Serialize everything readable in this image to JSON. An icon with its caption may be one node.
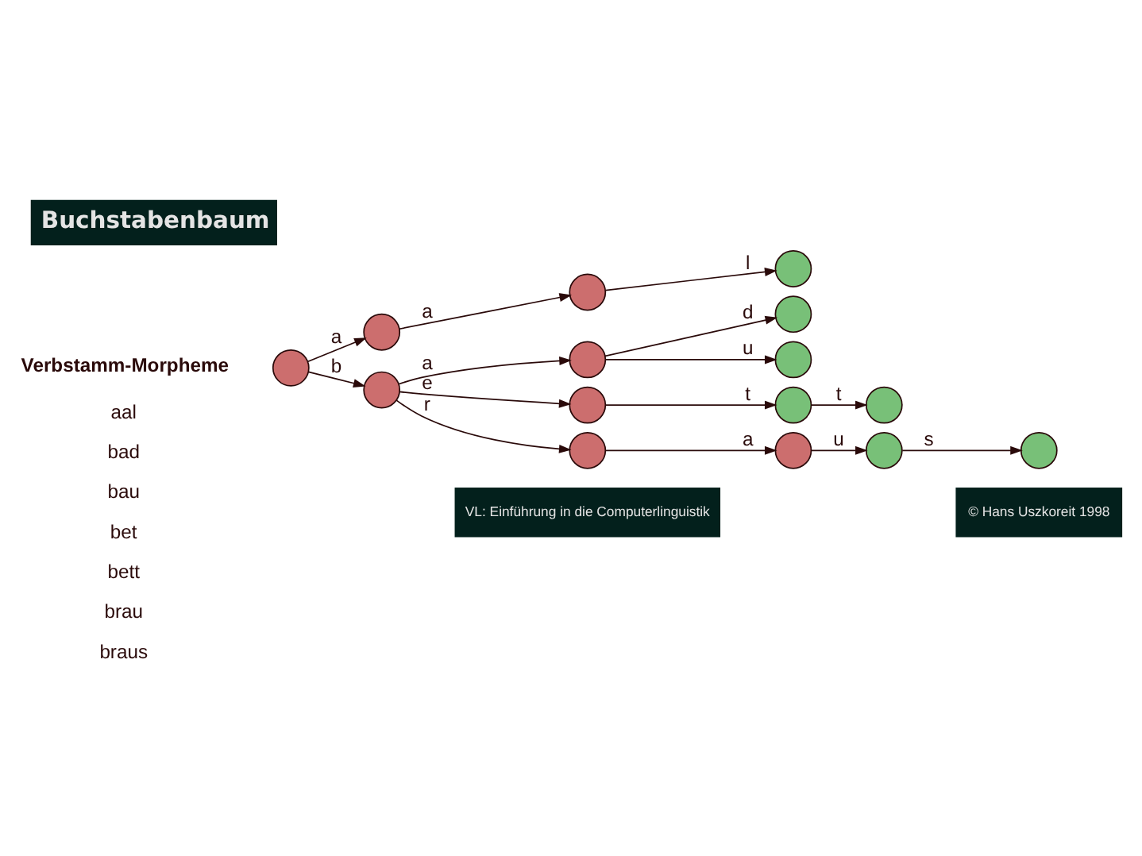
{
  "diagram": {
    "title": "Buchstabenbaum",
    "nodes": [
      {
        "text": [],
        "shape": "circle"
      },
      {
        "text": [],
        "shape": "circle"
      },
      {
        "text": [],
        "shape": "circle"
      },
      {
        "text": [],
        "shape": "circle"
      },
      {
        "text": [],
        "shape": "circle"
      },
      {
        "text": [],
        "shape": "circle"
      },
      {
        "text": [],
        "shape": "circle"
      },
      {
        "text": [],
        "shape": "circle"
      },
      {
        "text": [],
        "shape": "circle"
      },
      {
        "text": [],
        "shape": "circle"
      },
      {
        "text": [],
        "shape": "circle"
      },
      {
        "text": [],
        "shape": "circle"
      },
      {
        "text": [],
        "shape": "circle"
      },
      {
        "text": [],
        "shape": "circle"
      },
      {
        "text": [],
        "shape": "circle"
      }
    ],
    "edges": [
      {
        "from": 0,
        "to": 1,
        "label": "a",
        "arrow": "to"
      },
      {
        "from": 1,
        "to": 2,
        "label": "a",
        "arrow": "to"
      },
      {
        "from": 2,
        "to": 3,
        "label": "l",
        "arrow": "to"
      },
      {
        "from": 0,
        "to": 4,
        "label": "b",
        "arrow": "to"
      },
      {
        "from": 4,
        "to": 5,
        "label": "a",
        "arrow": "to"
      },
      {
        "from": 5,
        "to": 6,
        "label": "d",
        "arrow": "to"
      },
      {
        "from": 5,
        "to": 7,
        "label": "u",
        "arrow": "to"
      },
      {
        "from": 4,
        "to": 8,
        "label": "e",
        "arrow": "to"
      },
      {
        "from": 8,
        "to": 9,
        "label": "t",
        "arrow": "to"
      },
      {
        "from": 9,
        "to": 10,
        "label": "t",
        "arrow": "to"
      },
      {
        "from": 4,
        "to": 11,
        "label": "r",
        "arrow": "to"
      },
      {
        "from": 11,
        "to": 12,
        "label": "a",
        "arrow": "to"
      },
      {
        "from": 12,
        "to": 13,
        "label": "u",
        "arrow": "to"
      },
      {
        "from": 13,
        "to": 14,
        "label": "s",
        "arrow": "to"
      }
    ],
    "labels": [
      "Verbstamm-Morpheme",
      "aal",
      "bad",
      "bau",
      "bet",
      "bett",
      "brau",
      "braus",
      "VL: Einführung in die Computerlinguistik",
      "© Hans Uszkoreit 1998"
    ]
  }
}
